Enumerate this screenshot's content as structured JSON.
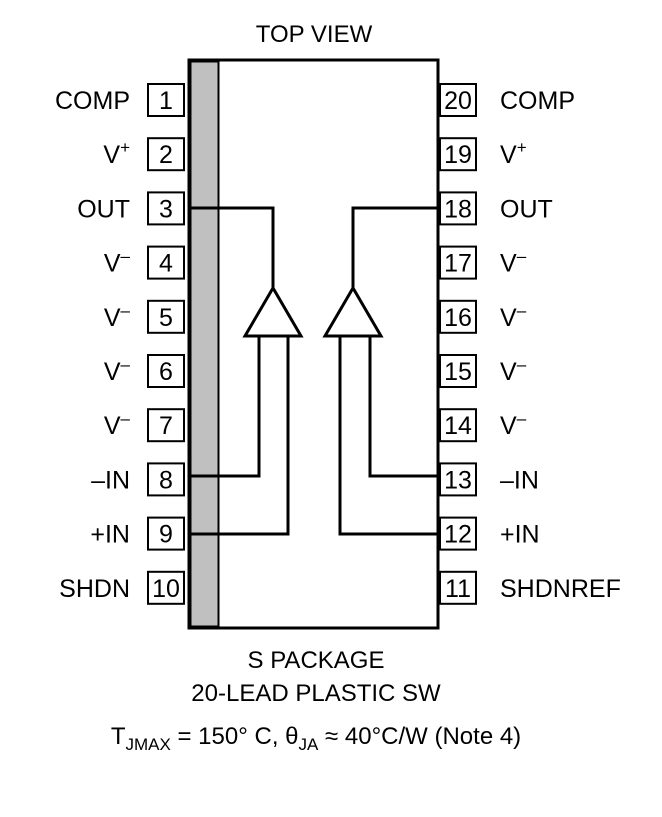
{
  "header": {
    "view_label": "TOP VIEW"
  },
  "left_pins": [
    {
      "number": "1",
      "name": "COMP",
      "sup": ""
    },
    {
      "number": "2",
      "name": "V",
      "sup": "+"
    },
    {
      "number": "3",
      "name": "OUT",
      "sup": ""
    },
    {
      "number": "4",
      "name": "V",
      "sup": "–"
    },
    {
      "number": "5",
      "name": "V",
      "sup": "–"
    },
    {
      "number": "6",
      "name": "V",
      "sup": "–"
    },
    {
      "number": "7",
      "name": "V",
      "sup": "–"
    },
    {
      "number": "8",
      "name": "–IN",
      "sup": ""
    },
    {
      "number": "9",
      "name": "+IN",
      "sup": ""
    },
    {
      "number": "10",
      "name": "SHDN",
      "sup": ""
    }
  ],
  "right_pins": [
    {
      "number": "20",
      "name": "COMP",
      "sup": ""
    },
    {
      "number": "19",
      "name": "V",
      "sup": "+"
    },
    {
      "number": "18",
      "name": "OUT",
      "sup": ""
    },
    {
      "number": "17",
      "name": "V",
      "sup": "–"
    },
    {
      "number": "16",
      "name": "V",
      "sup": "–"
    },
    {
      "number": "15",
      "name": "V",
      "sup": "–"
    },
    {
      "number": "14",
      "name": "V",
      "sup": "–"
    },
    {
      "number": "13",
      "name": "–IN",
      "sup": ""
    },
    {
      "number": "12",
      "name": "+IN",
      "sup": ""
    },
    {
      "number": "11",
      "name": "SHDNREF",
      "sup": ""
    }
  ],
  "footer": {
    "package_line": "S PACKAGE",
    "lead_line": "20-LEAD PLASTIC SW",
    "thermal": {
      "t_symbol": "T",
      "t_sub": "JMAX",
      "t_value": " = 150° C, ",
      "theta_symbol": "θ",
      "theta_sub": "JA",
      "theta_value": " ≈ 40°C/W (Note 4)"
    }
  },
  "colors": {
    "ink": "#000000",
    "stripe": "#c0c0c0"
  }
}
